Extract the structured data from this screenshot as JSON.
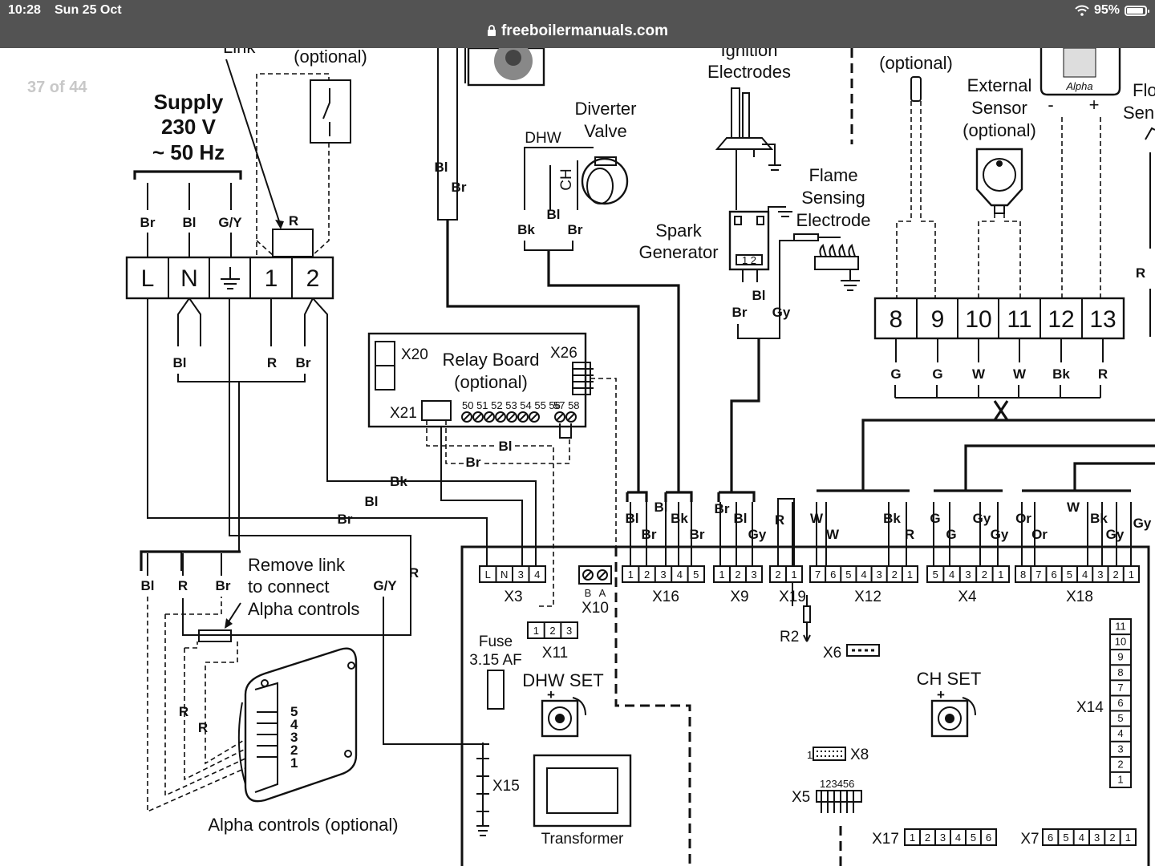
{
  "status_bar": {
    "time": "10:28",
    "date": "Sun 25 Oct",
    "url": "freeboilermanuals.com",
    "battery": "95%",
    "battery_level": 0.95
  },
  "viewer": {
    "page_counter": "37 of 44"
  },
  "diagram": {
    "supply": [
      "Supply",
      "230 V",
      "~ 50 Hz"
    ],
    "link_label": "Link",
    "optional_top": "(optional)",
    "ignition": [
      "Ignition",
      "Electrodes"
    ],
    "diverter": [
      "Diverter",
      "Valve"
    ],
    "dhw": "DHW",
    "ch": "CH",
    "flame": [
      "Flame",
      "Sensing",
      "Electrode"
    ],
    "spark": [
      "Spark",
      "Generator"
    ],
    "ext_sensor": [
      "External",
      "Sensor",
      "(optional)"
    ],
    "optional_right": "(optional)",
    "flow_sensor": [
      "Flo",
      "Sen"
    ],
    "alpha_logo": "Alpha",
    "relay": [
      "Relay Board",
      "(optional)"
    ],
    "x20": "X20",
    "x21": "X21",
    "x26": "X26",
    "relay_terms": "50 51 52 53 54 55 56",
    "relay_terms2": "57 58",
    "remove_link": [
      "Remove link",
      "to connect",
      "Alpha controls"
    ],
    "alpha_controls": "Alpha controls (optional)",
    "fuse": [
      "Fuse",
      "3.15 AF"
    ],
    "dhw_set": "DHW SET",
    "ch_set": "CH SET",
    "transformer": "Transformer",
    "supply_terminals": [
      "L",
      "N",
      "⏚",
      "1",
      "2"
    ],
    "right_terminals": [
      "8",
      "9",
      "10",
      "11",
      "12",
      "13"
    ],
    "right_wire_labels": [
      "G",
      "G",
      "W",
      "W",
      "Bk",
      "R"
    ],
    "x3": {
      "label": "X3",
      "pins": [
        "L",
        "N",
        "3",
        "4"
      ]
    },
    "x10": {
      "label": "X10",
      "pins": [
        "B",
        "A"
      ]
    },
    "x11": {
      "label": "X11",
      "pins": [
        "1",
        "2",
        "3"
      ]
    },
    "x16": {
      "label": "X16",
      "pins": [
        "1",
        "2",
        "3",
        "4",
        "5"
      ]
    },
    "x9": {
      "label": "X9",
      "pins": [
        "1",
        "2",
        "3"
      ]
    },
    "x19": {
      "label": "X19",
      "pins": [
        "2",
        "1"
      ]
    },
    "x12": {
      "label": "X12",
      "pins": [
        "7",
        "6",
        "5",
        "4",
        "3",
        "2",
        "1"
      ]
    },
    "x4": {
      "label": "X4",
      "pins": [
        "5",
        "4",
        "3",
        "2",
        "1"
      ]
    },
    "x18": {
      "label": "X18",
      "pins": [
        "8",
        "7",
        "6",
        "5",
        "4",
        "3",
        "2",
        "1"
      ]
    },
    "x14": {
      "label": "X14",
      "pins": [
        "11",
        "10",
        "9",
        "8",
        "7",
        "6",
        "5",
        "4",
        "3",
        "2",
        "1"
      ]
    },
    "x17": {
      "label": "X17",
      "pins": [
        "1",
        "2",
        "3",
        "4",
        "5",
        "6"
      ]
    },
    "x7": {
      "label": "X7",
      "pins": [
        "6",
        "5",
        "4",
        "3",
        "2",
        "1"
      ]
    },
    "x5": {
      "label": "X5",
      "pins": "123456"
    },
    "x6": "X6",
    "x8": "X8",
    "x8_pin": "1",
    "x15": "X15",
    "r2": "R2",
    "alpha_pins": [
      "5",
      "4",
      "3",
      "2",
      "1"
    ],
    "wire": {
      "br": "Br",
      "bl": "Bl",
      "gy_sup": "G/Y",
      "r": "R",
      "bk": "Bk",
      "gy": "Gy",
      "g": "G",
      "w": "W",
      "or": "Or",
      "gsy": "G/Y"
    }
  }
}
